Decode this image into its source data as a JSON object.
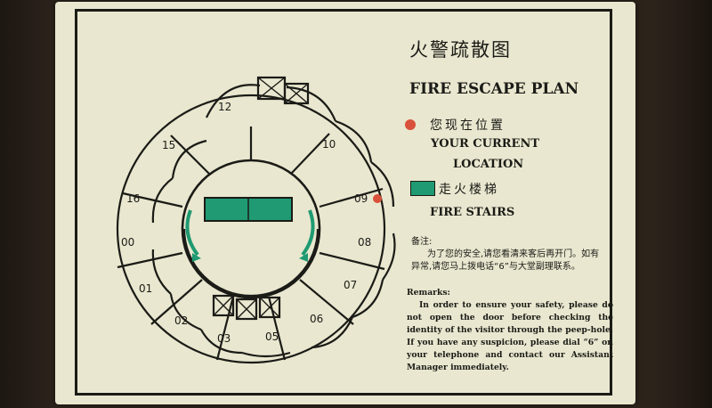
{
  "sign": {
    "title_cn": "火警疏散图",
    "title_en": "FIRE ESCAPE PLAN",
    "legend": {
      "location_cn": "您现在位置",
      "location_en_line1": "YOUR CURRENT",
      "location_en_line2": "LOCATION",
      "stairs_cn": "走火楼梯",
      "stairs_en": "FIRE STAIRS"
    },
    "note_cn_label": "备注:",
    "note_cn_text": "为了您的安全,请您看清来客后再开门。如有异常,请您马上拨电话“6”与大堂副理联系。",
    "remarks_label": "Remarks:",
    "remarks_text": "In order to ensure your safety, please do not open the door before checking the identity of the visitor through the peep-hole. If you have any suspicion, please dial “6” on your telephone and contact our Assistant Manager immediately."
  },
  "rooms": [
    "12",
    "10",
    "15",
    "16",
    "09",
    "00",
    "08",
    "01",
    "07",
    "02",
    "06",
    "03",
    "05"
  ],
  "current_location_room": "09",
  "colors": {
    "location_dot": "#d9513a",
    "fire_stairs": "#1f9a72",
    "ink": "#1b1b17",
    "plate": "#e9e7cf"
  }
}
